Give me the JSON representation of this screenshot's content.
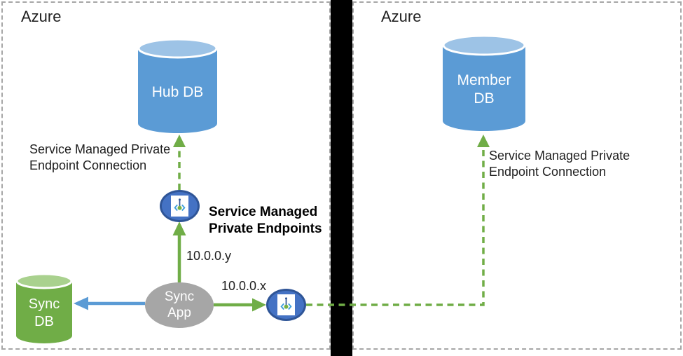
{
  "regions": {
    "left": {
      "title": "Azure"
    },
    "right": {
      "title": "Azure"
    }
  },
  "nodes": {
    "hub_db": {
      "label": "Hub DB"
    },
    "member_db": {
      "label": "Member\nDB"
    },
    "sync_db": {
      "label": "Sync\nDB"
    },
    "sync_app": {
      "label": "Sync\nApp"
    }
  },
  "labels": {
    "hub_connection": "Service Managed Private\nEndpoint Connection",
    "member_connection": "Service Managed Private\nEndpoint Connection",
    "private_endpoints_title": "Service Managed\nPrivate Endpoints",
    "ip_hub": "10.0.0.y",
    "ip_member": "10.0.0.x"
  },
  "icons": {
    "endpoint_hub": "private-endpoint-icon",
    "endpoint_member": "private-endpoint-icon"
  },
  "colors": {
    "db_blue": "#5b9bd5",
    "db_blue_top": "#9dc3e6",
    "db_green": "#70ad47",
    "db_green_top": "#a9d18e",
    "app_gray": "#a6a6a6",
    "endpoint_fill": "#4472c4",
    "endpoint_border": "#2f5597",
    "arrow_green": "#70ad47",
    "arrow_blue": "#5b9bd5",
    "divider_black": "#000000",
    "region_border_gray": "#a6a6a6"
  }
}
